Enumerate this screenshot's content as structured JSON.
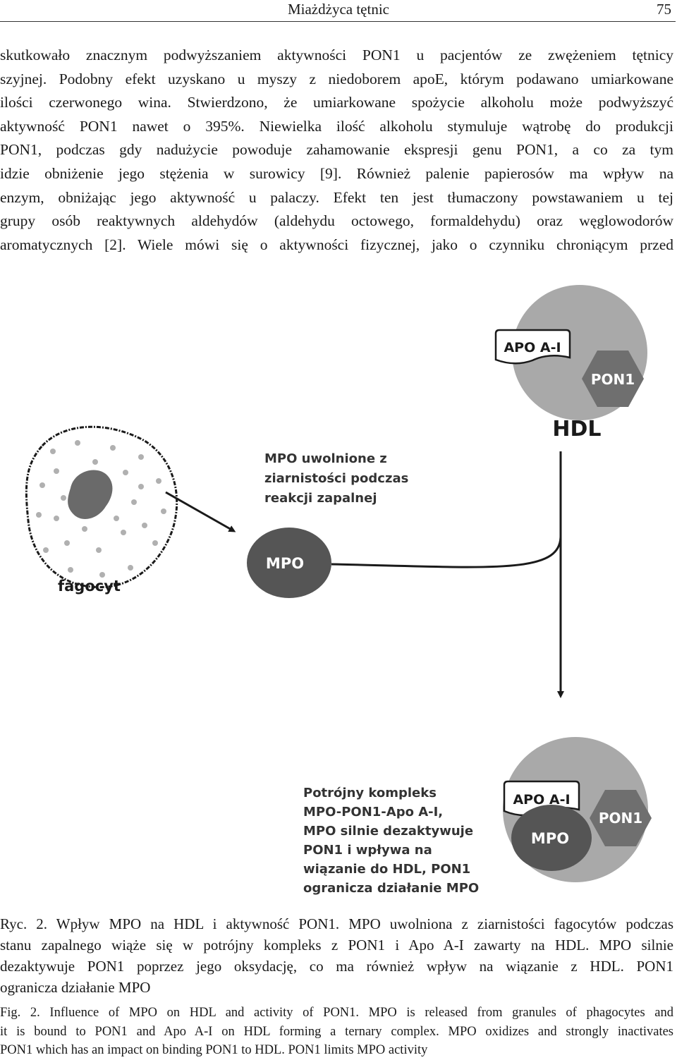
{
  "header": {
    "title": "Miażdżyca tętnic",
    "page_number": "75"
  },
  "body_lines": [
    "skutkowało znacznym podwyższaniem aktywności PON1 u pacjentów ze zwężeniem tętnicy",
    "szyjnej. Podobny efekt uzyskano u myszy z niedoborem apoE, którym podawano umiarkowane",
    "ilości czerwonego wina. Stwierdzono, że umiarkowane spożycie alkoholu może podwyższyć",
    "aktywność PON1 nawet o 395%. Niewielka ilość alkoholu stymuluje wątrobę do produkcji",
    "PON1, podczas gdy nadużycie powoduje zahamowanie ekspresji genu PON1, a co za tym",
    "idzie obniżenie jego stężenia w surowicy [9]. Również palenie papierosów ma wpływ na",
    "enzym, obniżając jego aktywność u palaczy. Efekt ten jest tłumaczony powstawaniem u tej",
    "grupy osób reaktywnych aldehydów (aldehydu octowego, formaldehydu) oraz węglowodorów",
    "aromatycznych [2]. Wiele mówi się o aktywności fizycznej, jako o czynniku chroniącym przed"
  ],
  "figure": {
    "hdl_top": {
      "apo_label": "APO A-I",
      "pon1_label": "PON1",
      "hdl_label": "HDL"
    },
    "phagocyte_label": "fagocyt",
    "release_label_lines": [
      "MPO uwolnione z",
      "ziarnistości podczas",
      "reakcji zapalnej"
    ],
    "mpo_label": "MPO",
    "complex_label_lines": [
      "Potrójny kompleks",
      "MPO-PON1-Apo A-I,",
      "MPO silnie dezaktywuje",
      "PON1 i wpływa na",
      "wiązanie do HDL, PON1",
      "ogranicza działanie  MPO"
    ],
    "hdl_bottom": {
      "apo_label": "APO A-I",
      "pon1_label": "PON1",
      "mpo_label": "MPO"
    },
    "colors": {
      "hdl_circle": "#a9a9a9",
      "pon1_hex": "#6f6f6f",
      "mpo": "#555555",
      "nucleus": "#6a6a6a",
      "dots": "#b0b0b0"
    }
  },
  "caption_pl_lines": [
    "Ryc. 2. Wpływ MPO na HDL i aktywność PON1. MPO uwolniona z ziarnistości fagocytów podczas",
    "stanu zapalnego wiąże się w potrójny kompleks z PON1 i Apo A-I zawarty na HDL. MPO silnie",
    "dezaktywuje PON1 poprzez jego oksydację, co ma również wpływ na wiązanie z HDL. PON1",
    "ogranicza działanie MPO"
  ],
  "caption_en_lines": [
    "Fig. 2. Influence of MPO on HDL and activity of PON1. MPO is released from granules of phagocytes and",
    "it is bound to PON1 and Apo A-I on HDL forming a ternary complex. MPO oxidizes and strongly inactivates",
    "PON1 which has an impact on binding PON1 to HDL. PON1 limits MPO activity"
  ]
}
